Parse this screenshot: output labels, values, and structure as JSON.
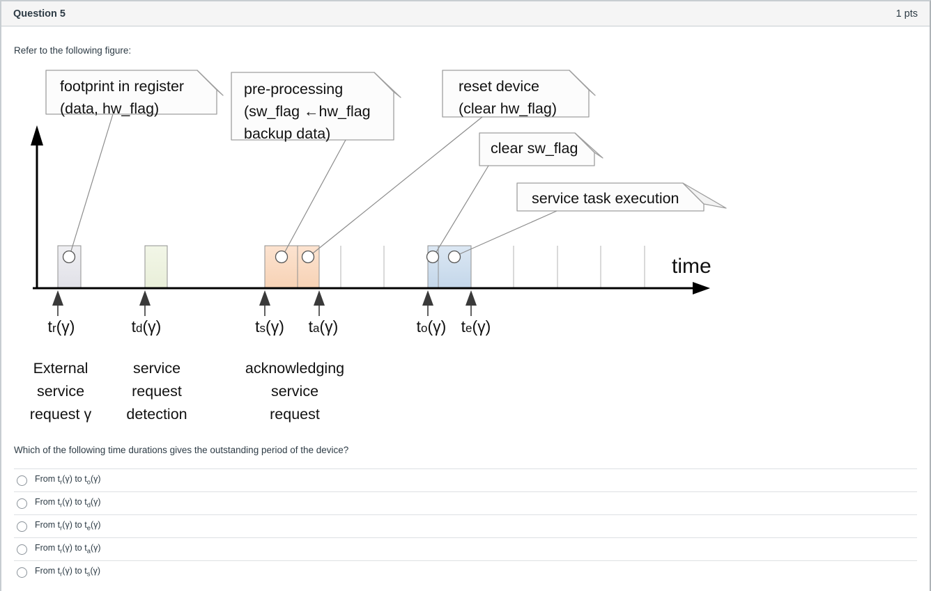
{
  "header": {
    "title": "Question 5",
    "points": "1 pts"
  },
  "intro": "Refer to the following figure:",
  "figure": {
    "notes": [
      {
        "text": "footprint in register\n(data, hw_flag)"
      },
      {
        "text": "pre-processing\n(sw_flag ←hw_flag\nbackup data)"
      },
      {
        "text": "reset device\n(clear hw_flag)"
      },
      {
        "text": "clear sw_flag"
      },
      {
        "text": "service task execution"
      }
    ],
    "time_labels": [
      {
        "pre": "t",
        "sub": "r",
        "post": "(γ)"
      },
      {
        "pre": "t",
        "sub": "d",
        "post": "(γ)"
      },
      {
        "pre": "t",
        "sub": "s",
        "post": "(γ)"
      },
      {
        "pre": "t",
        "sub": "a",
        "post": "(γ)"
      },
      {
        "pre": "t",
        "sub": "o",
        "post": "(γ)"
      },
      {
        "pre": "t",
        "sub": "e",
        "post": "(γ)"
      }
    ],
    "descriptions": [
      "External\nservice\nrequest γ",
      "service\nrequest\ndetection",
      "acknowledging\nservice\nrequest"
    ],
    "axis_caption": "time",
    "colors": {
      "request_box": "#e9e9ee",
      "detection_box": "#eef3e0",
      "acknowledge_box": "#f9dcc2",
      "service_box": "#cfdfee"
    }
  },
  "question": "Which of the following time durations gives the outstanding period of the device?",
  "options": [
    {
      "parts": [
        "From t",
        "r",
        "(γ) to t",
        "o",
        "(γ)"
      ]
    },
    {
      "parts": [
        "From t",
        "r",
        "(γ) to t",
        "d",
        "(γ)"
      ]
    },
    {
      "parts": [
        "From t",
        "r",
        "(γ) to t",
        "e",
        "(γ)"
      ]
    },
    {
      "parts": [
        "From t",
        "r",
        "(γ) to t",
        "a",
        "(γ)"
      ]
    },
    {
      "parts": [
        "From t",
        "r",
        "(γ) to t",
        "s",
        "(γ)"
      ]
    }
  ]
}
